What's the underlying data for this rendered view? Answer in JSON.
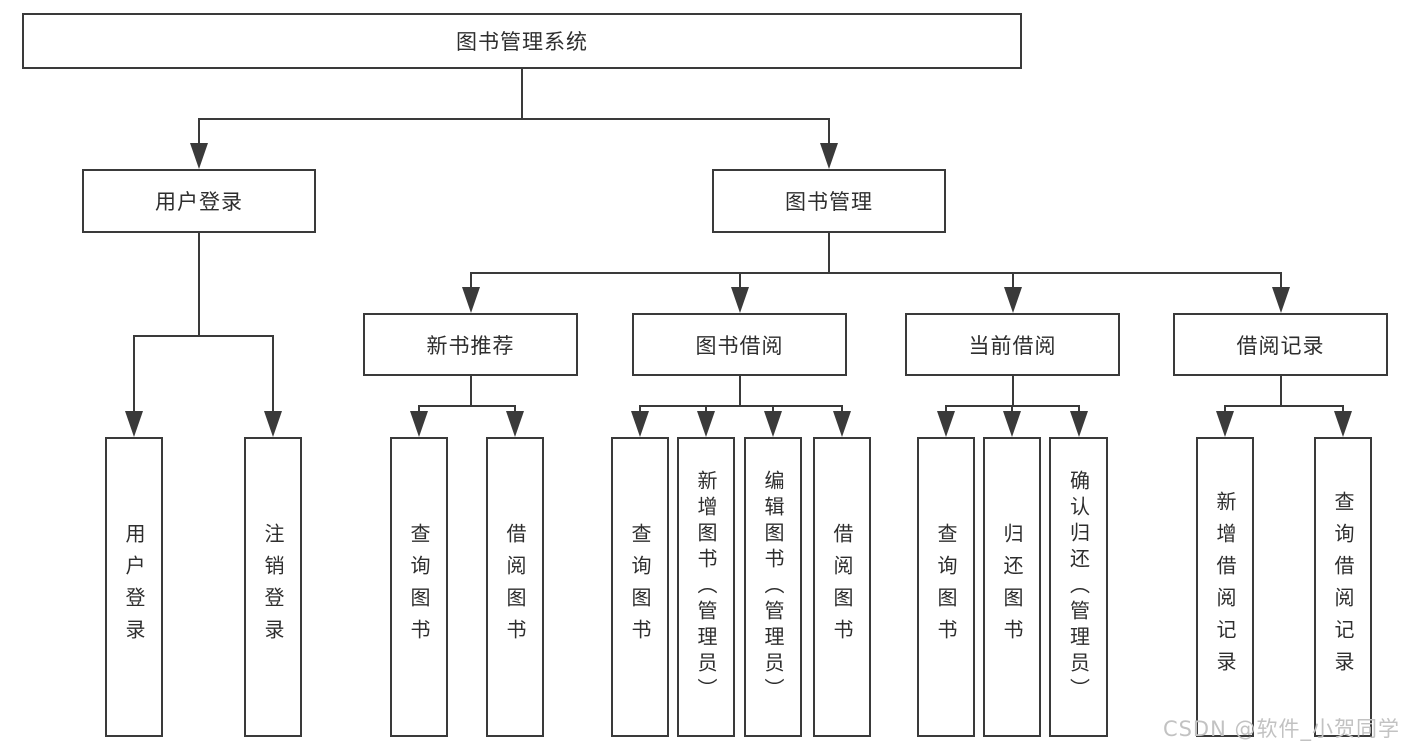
{
  "colors": {
    "line": "#3a3a3a",
    "text": "#2e2e2e",
    "background": "#ffffff",
    "watermark": "#c2c2c2"
  },
  "watermark": "CSDN @软件_小贺同学",
  "nodes": [
    {
      "id": "root",
      "label": "图书管理系统",
      "children": [
        "user-login",
        "book-mgmt"
      ]
    },
    {
      "id": "user-login",
      "label": "用户登录",
      "children": [
        "leaf-user-login",
        "leaf-logout"
      ]
    },
    {
      "id": "book-mgmt",
      "label": "图书管理",
      "children": [
        "new-book-rec",
        "book-borrow",
        "current-borrow",
        "borrow-records"
      ]
    },
    {
      "id": "new-book-rec",
      "label": "新书推荐",
      "children": [
        "leaf-new-query-book",
        "leaf-new-borrow-book"
      ]
    },
    {
      "id": "book-borrow",
      "label": "图书借阅",
      "children": [
        "leaf-bb-query-book",
        "leaf-bb-add-book",
        "leaf-bb-edit-book",
        "leaf-bb-borrow-book"
      ]
    },
    {
      "id": "current-borrow",
      "label": "当前借阅",
      "children": [
        "leaf-cur-query-book",
        "leaf-cur-return-book",
        "leaf-cur-confirm-return"
      ]
    },
    {
      "id": "borrow-records",
      "label": "借阅记录",
      "children": [
        "leaf-rec-add-record",
        "leaf-rec-query-record"
      ]
    },
    {
      "id": "leaf-user-login",
      "label": "用户登录",
      "children": []
    },
    {
      "id": "leaf-logout",
      "label": "注销登录",
      "children": []
    },
    {
      "id": "leaf-new-query-book",
      "label": "查询图书",
      "children": []
    },
    {
      "id": "leaf-new-borrow-book",
      "label": "借阅图书",
      "children": []
    },
    {
      "id": "leaf-bb-query-book",
      "label": "查询图书",
      "children": []
    },
    {
      "id": "leaf-bb-add-book",
      "label": "新增图书（管理员）",
      "children": []
    },
    {
      "id": "leaf-bb-edit-book",
      "label": "编辑图书（管理员）",
      "children": []
    },
    {
      "id": "leaf-bb-borrow-book",
      "label": "借阅图书",
      "children": []
    },
    {
      "id": "leaf-cur-query-book",
      "label": "查询图书",
      "children": []
    },
    {
      "id": "leaf-cur-return-book",
      "label": "归还图书",
      "children": []
    },
    {
      "id": "leaf-cur-confirm-return",
      "label": "确认归还（管理员）",
      "children": []
    },
    {
      "id": "leaf-rec-add-record",
      "label": "新增借阅记录",
      "children": []
    },
    {
      "id": "leaf-rec-query-record",
      "label": "查询借阅记录",
      "children": []
    }
  ]
}
